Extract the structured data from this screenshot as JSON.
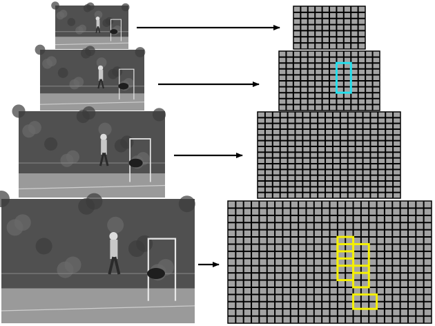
{
  "colors": {
    "grid_fill": "#a3a3a3",
    "grid_line": "#000000",
    "arrow": "#000000",
    "highlight_cyan": "#22e0ee",
    "highlight_yellow": "#f5f000",
    "photo_sky": "#bdbdbd",
    "photo_trees": "#505050",
    "photo_ground": "#9a9a9a"
  },
  "pyramid": {
    "levels": [
      {
        "name": "level-1",
        "grid_cols": 10,
        "grid_rows": 7,
        "highlights": []
      },
      {
        "name": "level-2",
        "grid_cols": 14,
        "grid_rows": 10,
        "highlights": [
          {
            "color": "cyan",
            "col": 8,
            "row": 2,
            "w": 2,
            "h": 5
          }
        ]
      },
      {
        "name": "level-3",
        "grid_cols": 19,
        "grid_rows": 15,
        "highlights": []
      },
      {
        "name": "level-4",
        "grid_cols": 26,
        "grid_rows": 17,
        "highlights": [
          {
            "color": "yellow",
            "col": 14,
            "row": 5,
            "w": 2,
            "h": 2
          },
          {
            "color": "yellow",
            "col": 14,
            "row": 6,
            "w": 2,
            "h": 3
          },
          {
            "color": "yellow",
            "col": 14,
            "row": 8,
            "w": 2,
            "h": 3
          },
          {
            "color": "yellow",
            "col": 16,
            "row": 6,
            "w": 2,
            "h": 4
          },
          {
            "color": "yellow",
            "col": 16,
            "row": 9,
            "w": 2,
            "h": 3
          },
          {
            "color": "yellow",
            "col": 16,
            "row": 13,
            "w": 3,
            "h": 2
          }
        ]
      }
    ]
  }
}
